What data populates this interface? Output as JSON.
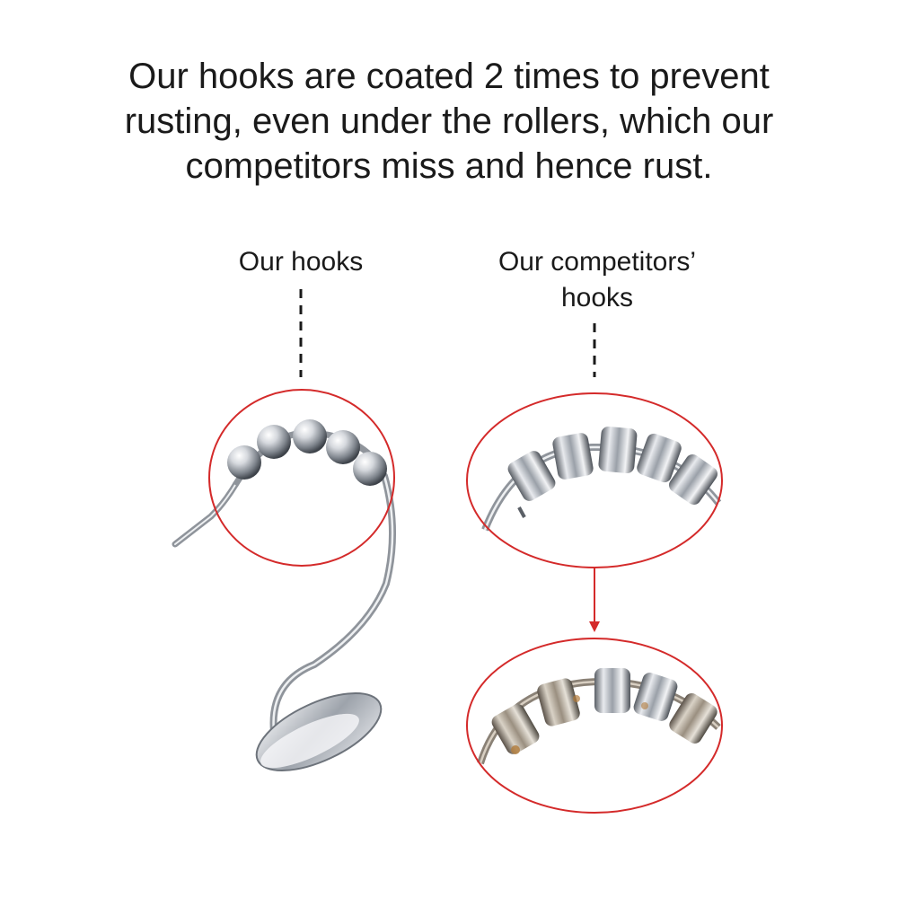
{
  "headline": {
    "line1": "Our hooks are coated 2 times to prevent",
    "line2": "rusting, even under the rollers, which our",
    "line3": "competitors miss and hence rust."
  },
  "labels": {
    "ours": "Our hooks",
    "competitors_line1": "Our competitors’",
    "competitors_line2": "hooks"
  },
  "colors": {
    "callout": "#d42a2a",
    "text": "#1a1a1a",
    "chrome": "#b8bcc2",
    "rust": "#b07a3a"
  }
}
